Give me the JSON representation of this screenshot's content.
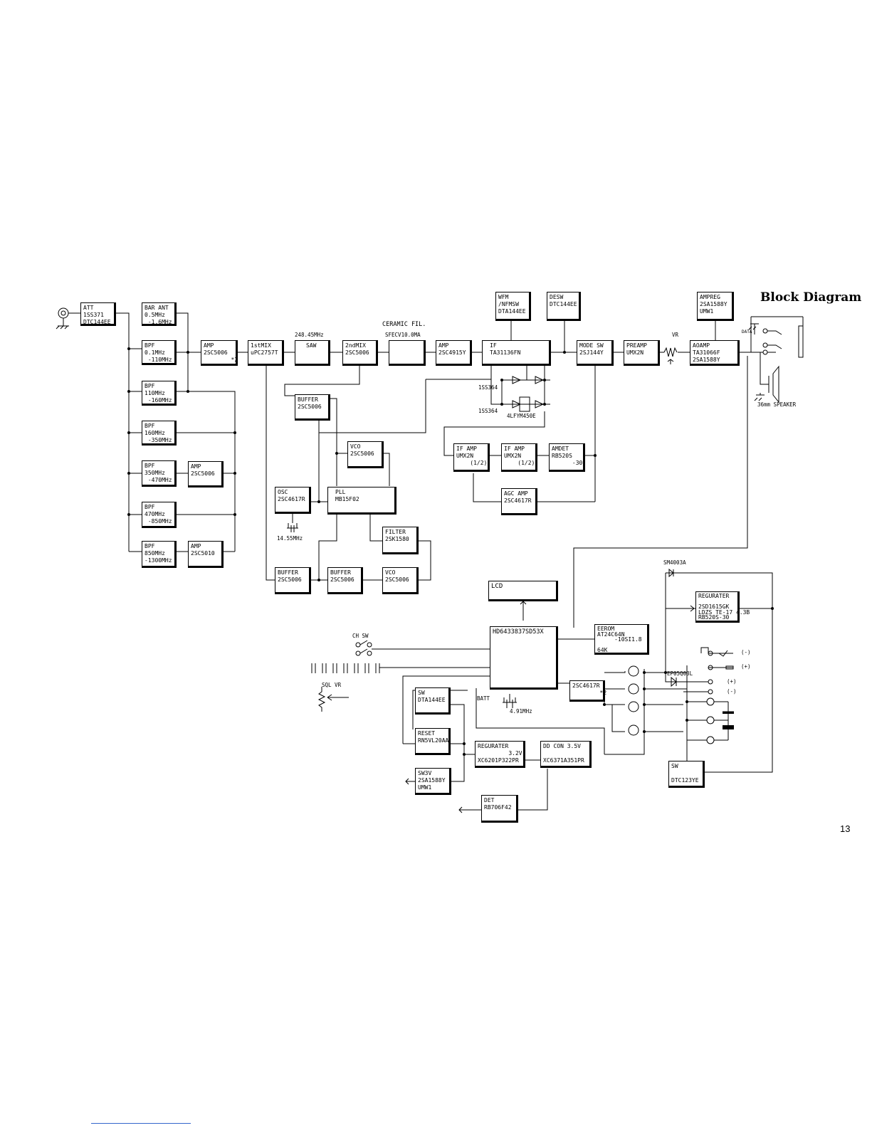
{
  "title": "Block Diagram",
  "page_number": "13",
  "blocks": {
    "att": "ATT\n1SS371\nDTC144EE",
    "bar_ant": "BAR ANT\n0.5MHz\n -1.6MHz",
    "bpf1": "BPF\n0.1MHz\n -110MHz",
    "bpf2": "BPF\n110MHz\n -160MHz",
    "bpf3": "BPF\n160MHz\n -350MHz",
    "bpf4": "BPF\n350MHz\n -470MHz",
    "bpf5": "BPF\n470MHz\n -850MHz",
    "bpf6": "BPF\n850MHz\n-1300MHz",
    "amp_350": "AMP\n2SC5006",
    "amp_850": "AMP\n2SC5010",
    "amp_rf": "AMP\n2SC5006\n        *2",
    "mix1": "1stMIX\nuPC2757T",
    "saw": "SAW",
    "mix2": "2ndMIX\n2SC5006",
    "ceramic": "",
    "amp_if": "AMP\n2SC4915Y",
    "if_ic": "IF\nTA31136FN",
    "wfm": "WFM\n/NFMSW\nDTA144EE",
    "desw": "DESW\nDTC144EE",
    "mode_sw": "MODE SW\n2SJ144Y",
    "preamp": "PREAMP\nUMX2N",
    "ampreg": "AMPREG\n2SA1588Y\nUMW1",
    "aoamp": "AOAMP\nTA31066F\n2SA1588Y",
    "buffer1": "BUFFER\n2SC5006",
    "vco1": "VCO\n2SC5006",
    "osc": "OSC\n2SC4617R",
    "pll": "PLL\nMB15F02",
    "filter": "FILTER\n2SK1580",
    "buffer2": "BUFFER\n2SC5006",
    "buffer3": "BUFFER\n2SC5006",
    "vco2": "VCO\n2SC5006",
    "if_amp1": "IF AMP\nUMX2N\n    (1/2)",
    "if_amp2": "IF AMP\nUMX2N\n    (1/2)",
    "amdet": "AMDET\nRB520S\n      -30",
    "agc_amp": "AGC AMP\n2SC4617R",
    "lcd": "LCD",
    "cpu": "HD6433837SD53X",
    "eerom": "EEROM\nAT24C64N\n     -10SI1.8\n\n64K",
    "reg_right": "REGURATER\n\n2SD1615GK\nLDZS TE-17 4.3B\nRB520S-30",
    "sw_dtc": "SW\n\nDTC123YE",
    "tr2sc": "2SC4617R\n        *2",
    "sw_dta": "SW\nDTA144EE",
    "reset": "RESET\nRN5VL20AA",
    "sw3v": "SW3V\n2SA1588Y\nUMW1",
    "reg32": "REGURATER\n         3.2V\nXC6201P322PR",
    "ddcon": "DD CON 3.5V\n\nXC6371A351PR",
    "det": "DET\nRB706F42"
  },
  "labels": {
    "saw_freq": "248.45MHz",
    "ceramic_title": "CERAMIC FIL.",
    "ceramic_part": "SFECV10.0MA",
    "diode1": "1SS364",
    "diode2": "1SS364",
    "filter_455": "4LFYM450E",
    "xtal1": "14.55MHz",
    "xtal2": "4.91MHz",
    "vr": "VR",
    "data": "DATA",
    "speaker": "36mm SPEAKER",
    "ch_sw": "CH SW",
    "sql_vr": "SQL VR",
    "batt": "BATT",
    "sm4003a": "SM4003A",
    "ep05q03l": "EP05Q03L",
    "jack_minus1": "(-)",
    "jack_plus1": "(+)",
    "bat_plus": "(+)",
    "bat_minus": "(-)"
  }
}
